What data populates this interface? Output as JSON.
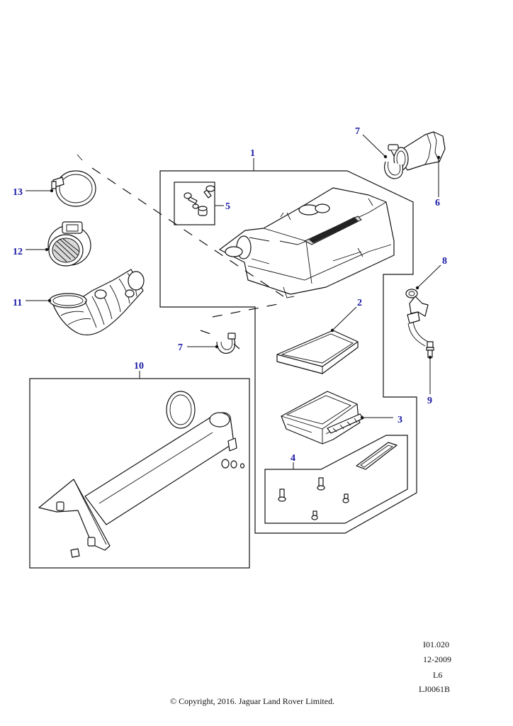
{
  "callouts": [
    {
      "id": "1",
      "label": "1"
    },
    {
      "id": "2",
      "label": "2"
    },
    {
      "id": "3",
      "label": "3"
    },
    {
      "id": "4",
      "label": "4"
    },
    {
      "id": "5",
      "label": "5"
    },
    {
      "id": "6",
      "label": "6"
    },
    {
      "id": "7a",
      "label": "7"
    },
    {
      "id": "7b",
      "label": "7"
    },
    {
      "id": "8",
      "label": "8"
    },
    {
      "id": "9",
      "label": "9"
    },
    {
      "id": "10",
      "label": "10"
    },
    {
      "id": "11",
      "label": "11"
    },
    {
      "id": "12",
      "label": "12"
    },
    {
      "id": "13",
      "label": "13"
    }
  ],
  "reference": {
    "code": "I01.020",
    "date": "12-2009",
    "variant": "L6",
    "drawing": "LJ0061B"
  },
  "copyright": "© Copyright, 2016. Jaguar Land Rover Limited.",
  "colors": {
    "callout": "#1a1aa6",
    "line": "#111111",
    "shade": "#d8d8d8"
  }
}
